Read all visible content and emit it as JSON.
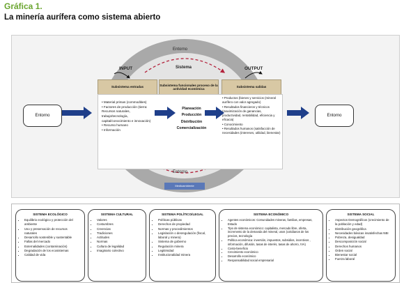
{
  "heading": "Gráfica 1.",
  "subheading": "La minería aurífera como sistema abierto",
  "cycle": {
    "top_label": "Entorno",
    "bottom_label": "Entorno",
    "system_label": "Sistema",
    "input_label": "INPUT",
    "output_label": "OUTPUT",
    "environment_bar": "Medioambiente"
  },
  "panels": {
    "inputs_title": "Subsistema entradas",
    "process_title": "Subsistema funcionales proceso de la actividad económica",
    "outputs_title": "Subsistema salidas"
  },
  "inputs": [
    "Material primas (commodities)",
    "Factores de producción (tierra: Recursos naturales, trabajo/tecnología, capital/conocimiento e innovación)",
    "Recurso humano",
    "Información"
  ],
  "process": [
    "Planeación",
    "Producción",
    "Distribución",
    "Comercialización"
  ],
  "outputs": [
    "Productos (bienes y servicios (mineral aurífero con valor agregado)",
    "Resultados financieros y técnicos (maximización de ganancias, productividad, rentabilidad, eficiencia y eficacia)",
    "Conocimiento",
    "Resultados humanos (satisfacción de necesidades (intereses, utilidad, bienestar)"
  ],
  "left_env": "Entorno",
  "right_env": "Entorno",
  "systems": {
    "ecologico": {
      "title": "SISTEMA ECOLÓGICO",
      "items": [
        "Equilibrio ecológico y protección del ambiente",
        "Uso y preservación de recursos naturales",
        "Desarrollo sostenible y sustentable",
        "Fallas del mercado",
        "Externalidades (contaminación)",
        "Degradación de los ecosistemas",
        "Calidad de vida"
      ]
    },
    "cultural": {
      "title": "SISTEMA CULTURAL",
      "items": [
        "Valores",
        "Costumbres",
        "Creencias",
        "Tradiciones",
        "Actitudes",
        "Normas",
        "Cultura de legalidad",
        "Imaginario colectivo"
      ]
    },
    "politico": {
      "title": "SISTEMA POLÍTICO/LEGAL",
      "items": [
        "Políticas públicas",
        "Derechos de propiedad",
        "Normas y procedimientos",
        "Legislación o desregulación (fiscal, laboral y minera)",
        "Sistema de gobierno",
        "Regulación minera",
        "Legitimidad",
        "Institucionalidad minera"
      ]
    },
    "economico": {
      "title": "SISTEMA ECONÓMICO",
      "items": [
        "Agentes económicos: Comunidades mineras, familias, empresas, Estado",
        "Tipo de sistema económico: capitalista, mercado libre, oferta, incremento de la demanda del mineral, usos (cotidianos de los precios, tecnología",
        "Política económica: inversión, impuestos, subsidios, incentivos , información, difusión, tasas de interés, tasas de ahorro, IVA)",
        "Costo-beneficio",
        "Crecimiento económico",
        "Desarrollo económico",
        "Responsabilidad social empresarial"
      ]
    },
    "social": {
      "title": "SISTEMA SOCIAL",
      "items": [
        "Aspectos Demográficos (crecimiento de la población y edad)",
        "Distribución geográfica",
        "Necesidades básicas insatisfechas NBI",
        "Pobreza, desigualdad",
        "Descomposición social",
        "Derechos humanos",
        "Orden social",
        "Bienestar social",
        "Fuerza laboral"
      ]
    }
  }
}
